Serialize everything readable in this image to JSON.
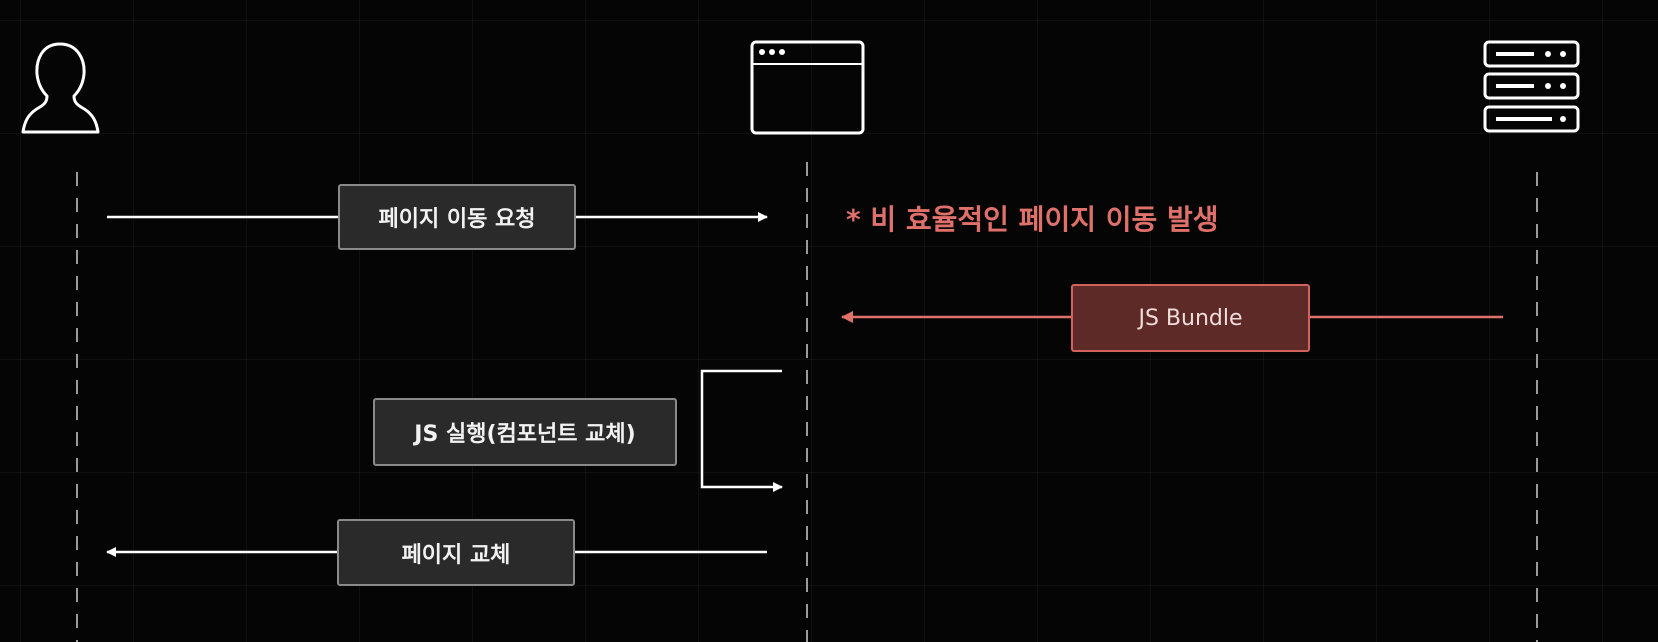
{
  "diagram": {
    "messages": {
      "page_move_request": "페이지 이동 요청",
      "js_bundle": "JS Bundle",
      "js_execute": "JS 실행(컴포넌트 교체)",
      "page_replace": "페이지 교체"
    },
    "note": "* 비 효율적인 페이지 이동 발생",
    "icons": {
      "left": "user-icon",
      "middle": "browser-window-icon",
      "right": "server-icon"
    },
    "colors": {
      "background": "#050505",
      "line": "#ffffff",
      "lifeline": "#9a9a9a",
      "box_fill": "#2a2a2a",
      "box_border": "#8a8a8a",
      "warn_fill": "#5e2a28",
      "warn_border": "#d2625c",
      "warn_arrow": "#e0706a",
      "note_text": "#e0706a"
    }
  }
}
